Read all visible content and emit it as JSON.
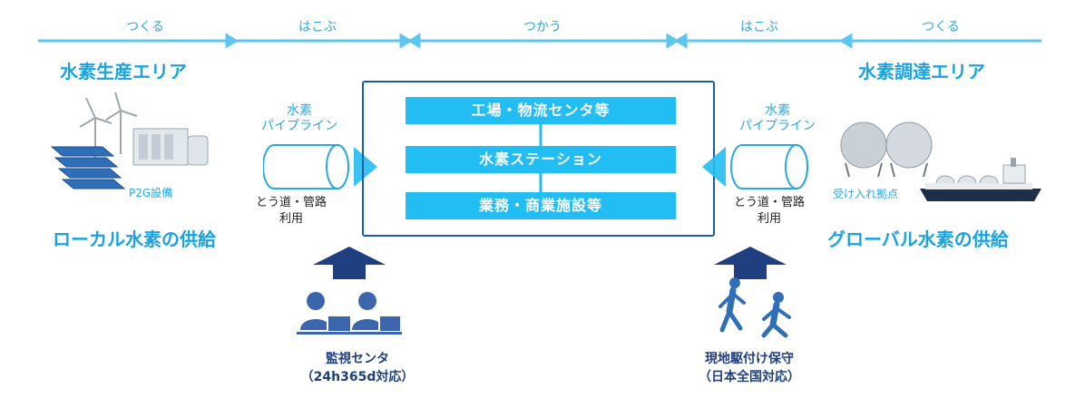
{
  "stages": [
    "つくる",
    "はこぶ",
    "つかう",
    "はこぶ",
    "つくる"
  ],
  "areas": {
    "left": "水素生産エリア",
    "right": "水素調達エリア"
  },
  "supply": {
    "left": "ローカル水素の供給",
    "right": "グローバル水素の供給"
  },
  "pipeline": {
    "label_line1": "水素",
    "label_line2": "パイプライン",
    "use_line1": "とう道・管路",
    "use_line2": "利用"
  },
  "p2g_label": "P2G設備",
  "terminal_label": "受け入れ拠点",
  "uses": [
    "工場・物流センタ等",
    "水素ステーション",
    "業務・商業施設等"
  ],
  "monitoring": {
    "line1": "監視センタ",
    "line2": "（24h365d対応）"
  },
  "field": {
    "line1": "現地駆付け保守",
    "line2": "（日本全国対応）"
  },
  "colors": {
    "stage_line": "#5cc6f0",
    "accent": "#1aa3e0",
    "use_box": "#22bdf2",
    "navy": "#1f3f80",
    "frame": "#1c5da8"
  }
}
